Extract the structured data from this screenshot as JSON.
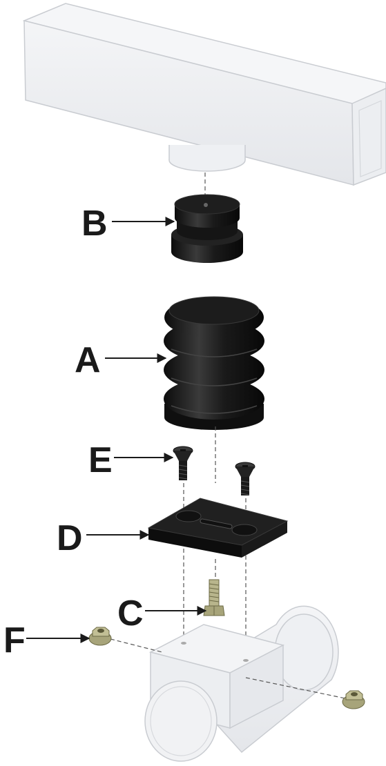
{
  "labels": {
    "A": "A",
    "B": "B",
    "C": "C",
    "D": "D",
    "E": "E",
    "F": "F"
  },
  "colors": {
    "ghost_fill": "#eef0f3",
    "ghost_stroke": "#c9ccd1",
    "rubber": "#141414",
    "rubber_highlight": "#3a3a3a",
    "hardware": "#b8b58c",
    "arrow": "#1a1a1a"
  }
}
